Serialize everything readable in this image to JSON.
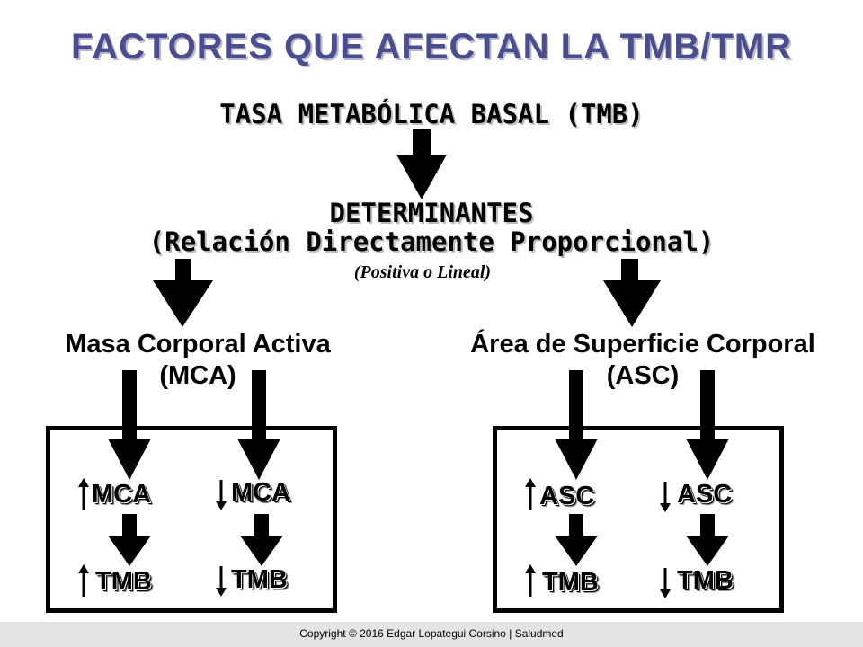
{
  "title": "FACTORES QUE AFECTAN LA TMB/TMR",
  "tmb_heading": "TASA METABÓLICA BASAL (TMB)",
  "determinants": {
    "heading": "DETERMINANTES",
    "relation": "(Relación Directamente Proporcional)",
    "note": "(Positiva o Lineal)"
  },
  "branches": [
    {
      "name": "Masa Corporal Activa",
      "abbr": "(MCA)",
      "cases": [
        {
          "direction": "up",
          "factor": "MCA",
          "result": "TMB"
        },
        {
          "direction": "down",
          "factor": "MCA",
          "result": "TMB"
        }
      ]
    },
    {
      "name": "Área de Superficie Corporal",
      "abbr": "(ASC)",
      "cases": [
        {
          "direction": "up",
          "factor": "ASC",
          "result": "TMB"
        },
        {
          "direction": "down",
          "factor": "ASC",
          "result": "TMB"
        }
      ]
    }
  ],
  "footer": "Copyright © 2016 Edgar Lopategui Corsino | Saludmed"
}
